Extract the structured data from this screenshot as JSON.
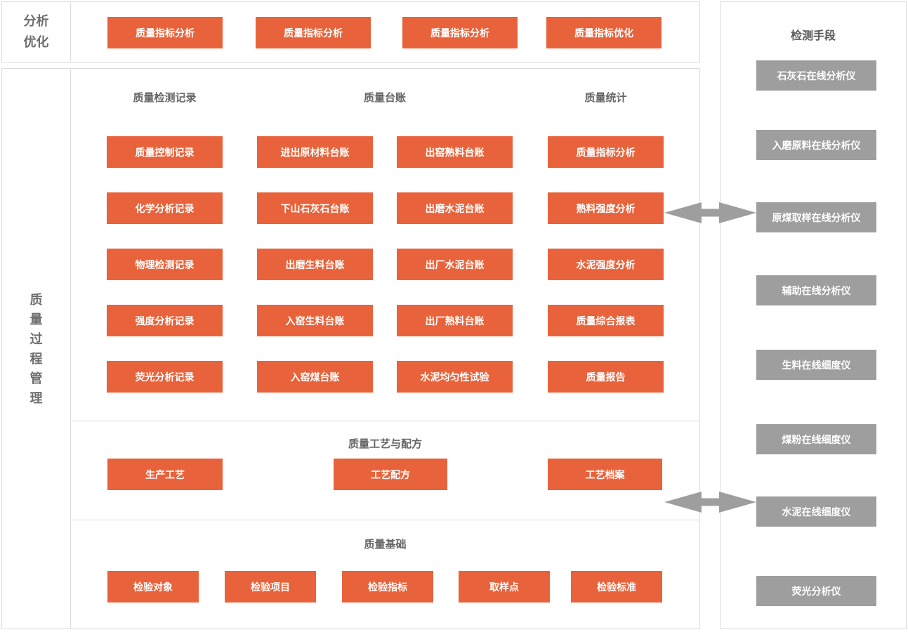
{
  "colors": {
    "accent_orange": "#e8633b",
    "device_gray": "#9e9e9e",
    "border_gray": "#dcdcdc",
    "heading_gray": "#666666",
    "arrow_gray": "#9e9e9e"
  },
  "analysis_panel": {
    "label": "分析优化",
    "buttons": [
      "质量指标分析",
      "质量指标分析",
      "质量指标分析",
      "质量指标优化"
    ]
  },
  "process_panel": {
    "label": "质量过程管理",
    "records_section": {
      "headers": [
        "质量检测记录",
        "质量台账",
        "质量统计"
      ],
      "columns": [
        {
          "buttons": [
            "质量控制记录",
            "化学分析记录",
            "物理检测记录",
            "强度分析记录",
            "荧光分析记录"
          ]
        },
        {
          "buttons": [
            "进出原材料台账",
            "下山石灰石台账",
            "出磨生料台账",
            "入窑生料台账",
            "入窑煤台账"
          ]
        },
        {
          "buttons": [
            "出窑熟料台账",
            "出磨水泥台账",
            "出厂水泥台账",
            "出厂熟料台账",
            "水泥均匀性试验"
          ]
        },
        {
          "buttons": [
            "质量指标分析",
            "熟料强度分析",
            "水泥强度分析",
            "质量综合报表",
            "质量报告"
          ]
        }
      ]
    },
    "process_section": {
      "header": "质量工艺与配方",
      "buttons": [
        "生产工艺",
        "工艺配方",
        "工艺档案"
      ]
    },
    "basic_section": {
      "header": "质量基础",
      "buttons": [
        "检验对象",
        "检验项目",
        "检验指标",
        "取样点",
        "检验标准"
      ]
    }
  },
  "detection_panel": {
    "header": "检测手段",
    "buttons": [
      "石灰石在线分析仪",
      "入磨原料在线分析仪",
      "原煤取样在线分析仪",
      "辅助在线分析仪",
      "生料在线细度仪",
      "煤粉在线细度仪",
      "水泥在线细度仪",
      "荧光分析仪"
    ]
  }
}
